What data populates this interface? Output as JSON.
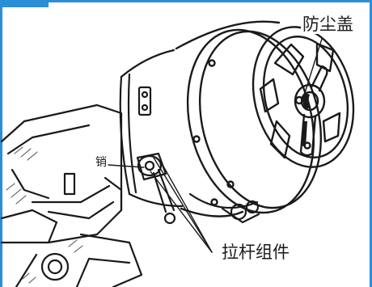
{
  "labels": {
    "dust_cover": "防尘盖",
    "pin": "销",
    "pull_rod_assembly": "拉杆组件"
  },
  "colors": {
    "frame": "#2b8fd8",
    "line": "#1a1a1a",
    "hatch": "#555555",
    "leader": "#1a1a1a",
    "background": "#ffffff"
  }
}
